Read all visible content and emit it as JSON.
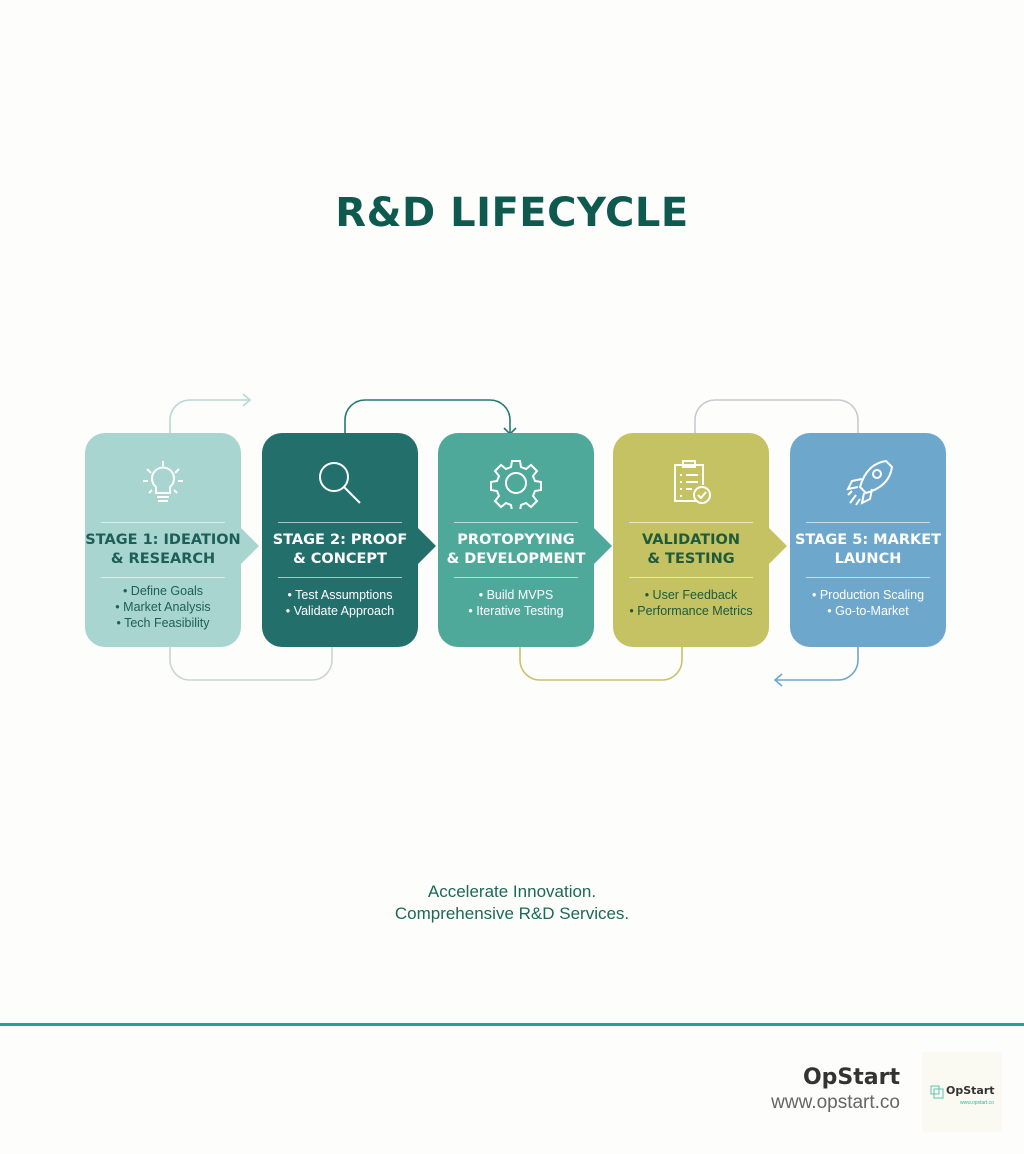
{
  "title": "R&D LIFECYCLE",
  "stages": [
    {
      "title_l1": "STAGE 1: IDEATION",
      "title_l2": "& RESEARCH",
      "icon": "lightbulb-icon",
      "bullets": [
        "Define Goals",
        "Market Analysis",
        "Tech Feasibility"
      ],
      "color": "#a8d5cf",
      "text": "#1d5f58"
    },
    {
      "title_l1": "STAGE 2: PROOF",
      "title_l2": "& CONCEPT",
      "icon": "magnifier-icon",
      "bullets": [
        "Test Assumptions",
        "Validate Approach"
      ],
      "color": "#236f6c",
      "text": "#ffffff"
    },
    {
      "title_l1": "PROTOPYYING",
      "title_l2": "& DEVELOPMENT",
      "icon": "gear-icon",
      "bullets": [
        "Build MVPS",
        "Iterative Testing"
      ],
      "color": "#4fa99b",
      "text": "#ffffff"
    },
    {
      "title_l1": "VALIDATION",
      "title_l2": "& TESTING",
      "icon": "clipboard-check-icon",
      "bullets": [
        "User Feedback",
        "Performance Metrics"
      ],
      "color": "#c4c263",
      "text": "#1f5a3c"
    },
    {
      "title_l1": "STAGE 5: MARKET",
      "title_l2": "LAUNCH",
      "icon": "rocket-icon",
      "bullets": [
        "Production Scaling",
        "Go-to-Market"
      ],
      "color": "#6ea7cc",
      "text": "#ffffff"
    }
  ],
  "tagline": {
    "line1": "Accelerate Innovation.",
    "line2": "Comprehensive R&D Services."
  },
  "footer": {
    "brand": "OpStart",
    "url": "www.opstart.co",
    "logo_text": "OpStart",
    "logo_url": "www.opstart.co"
  },
  "accent": "#1ea394"
}
